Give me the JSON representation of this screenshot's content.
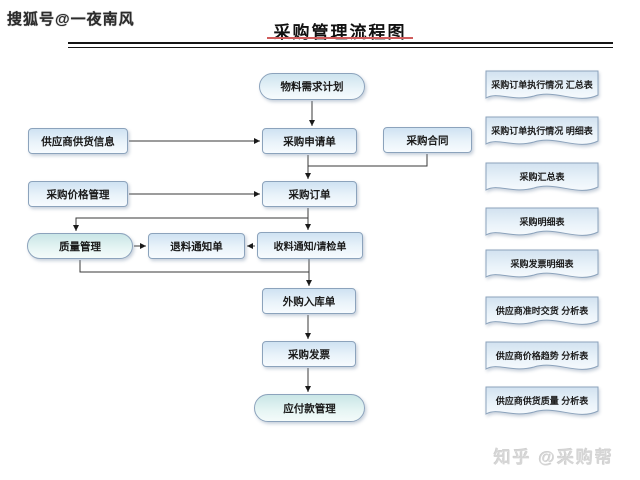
{
  "title": "采购管理流程图",
  "watermarks": {
    "top": "搜狐号@一夜南风",
    "bottom": "知乎 @采购帮"
  },
  "flowchart": {
    "nodes": {
      "material_plan": "物料需求计划",
      "supplier_info": "供应商供货信息",
      "purchase_request": "采购申请单",
      "purchase_contract": "采购合同",
      "price_mgmt": "采购价格管理",
      "purchase_order": "采购订单",
      "quality_mgmt": "质量管理",
      "return_notice": "退料通知单",
      "receive_notice": "收料通知/请检单",
      "inbound": "外购入库单",
      "invoice": "采购发票",
      "payable": "应付款管理"
    },
    "reports": [
      "采购订单执行情况 汇总表",
      "采购订单执行情况 明细表",
      "采购汇总表",
      "采购明细表",
      "采购发票明细表",
      "供应商准时交货 分析表",
      "供应商价格趋势 分析表",
      "供应商供货质量 分析表"
    ]
  },
  "colors": {
    "title_underline": "#d05c5c",
    "node_border": "#8ca3bc",
    "connector": "#3a3a3a",
    "watermark": "#d6d6d6"
  }
}
